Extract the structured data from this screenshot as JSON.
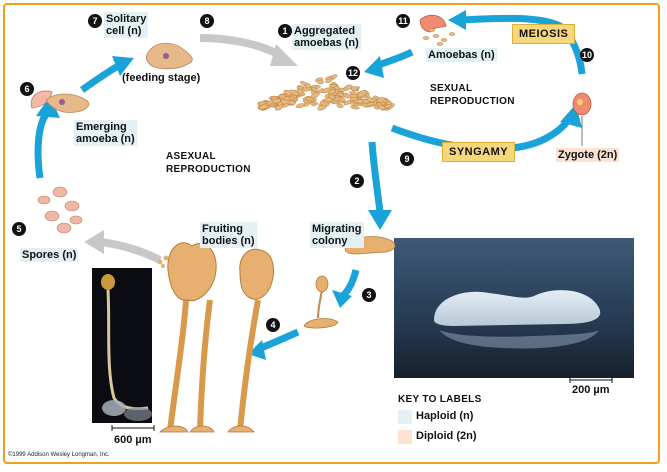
{
  "labels": {
    "solitary_cell": "Solitary\ncell (n)",
    "solitary_cell_l1": "Solitary",
    "solitary_cell_l2": "cell (n)",
    "feeding_stage": "(feeding stage)",
    "aggregated_l1": "Aggregated",
    "aggregated_l2": "amoebas (n)",
    "amoebas": "Amoebas (n)",
    "emerging_l1": "Emerging",
    "emerging_l2": "amoeba (n)",
    "sexual_l1": "SEXUAL",
    "sexual_l2": "REPRODUCTION",
    "asexual_l1": "ASEXUAL",
    "asexual_l2": "REPRODUCTION",
    "zygote": "Zygote (2n)",
    "spores": "Spores (n)",
    "fruiting_l1": "Fruiting",
    "fruiting_l2": "bodies (n)",
    "migrating_l1": "Migrating",
    "migrating_l2": "colony",
    "meiosis": "MEIOSIS",
    "syngamy": "SYNGAMY"
  },
  "steps": [
    "1",
    "2",
    "3",
    "4",
    "5",
    "6",
    "7",
    "8",
    "9",
    "10",
    "11",
    "12"
  ],
  "key": {
    "title": "KEY TO LABELS",
    "haploid": "Haploid (n)",
    "diploid": "Diploid (2n)",
    "haploid_color": "#e4f1f4",
    "diploid_color": "#fbe3d3"
  },
  "scales": {
    "right": "200 µm",
    "left": "600 µm"
  },
  "copyright": "©1999 Addison Wesley Longman, Inc.",
  "colors": {
    "arrow": "#1aa3d8",
    "gray_arrow": "#c8c8c8",
    "amoeba": "#e8b87a",
    "frame": "#f0a020"
  }
}
